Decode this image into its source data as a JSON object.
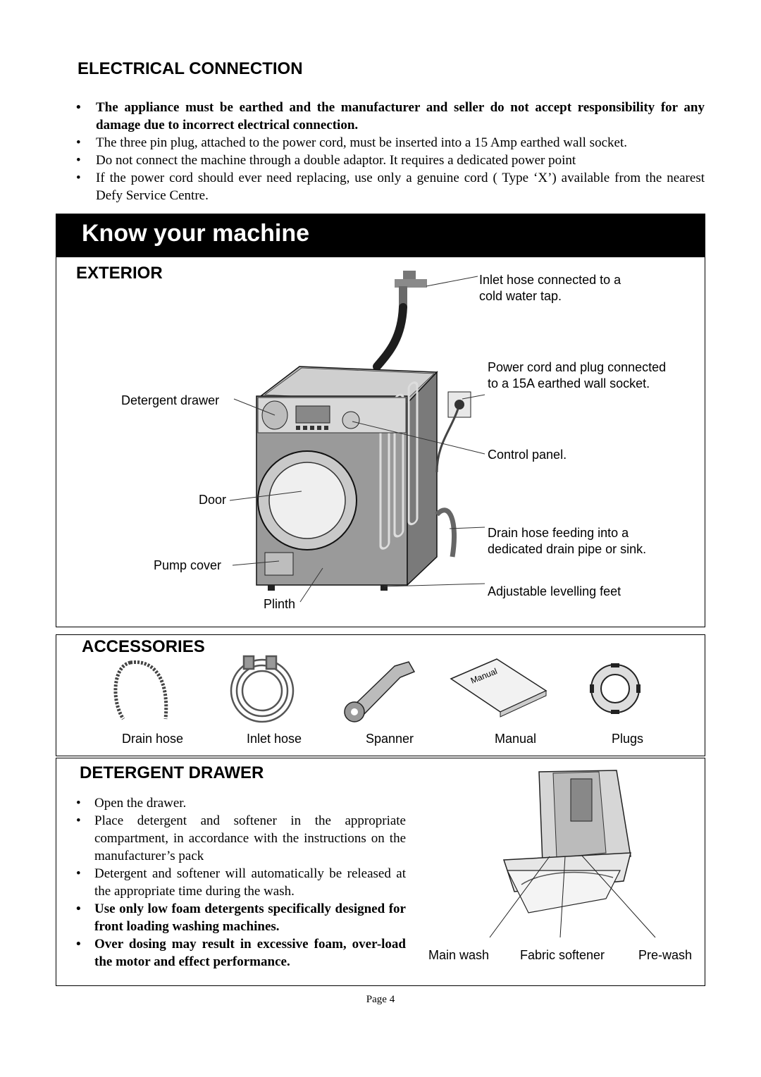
{
  "electrical": {
    "title": "ELECTRICAL CONNECTION",
    "items": [
      "The appliance must be earthed and the manufacturer and seller do not accept responsibility for any damage due to incorrect electrical connection.",
      "The three pin plug, attached to the power cord,  must be inserted into a 15 Amp earthed wall socket.",
      "Do not connect the machine through a double adaptor. It requires a dedicated power point",
      "If the power cord should ever need replacing, use only a genuine cord ( Type ‘X’) available from the nearest Defy  Service Centre."
    ]
  },
  "banner": {
    "title": "Know your machine"
  },
  "exterior": {
    "title": "EXTERIOR",
    "labels": {
      "inlet_hose": "Inlet hose connected to a cold water tap.",
      "power_cord": "Power cord and plug connected to a 15A earthed wall socket.",
      "detergent_drawer": "Detergent drawer",
      "control_panel": "Control panel.",
      "door": "Door",
      "drain_hose": "Drain hose  feeding into a dedicated drain pipe or sink.",
      "pump_cover": "Pump cover",
      "levelling_feet": "Adjustable levelling feet",
      "plinth": "Plinth"
    }
  },
  "accessories": {
    "title": "ACCESSORIES",
    "items": [
      "Drain hose",
      "Inlet hose",
      "Spanner",
      "Manual",
      "Plugs"
    ],
    "manual_cover_text": "Manual"
  },
  "detergent": {
    "title": "DETERGENT DRAWER",
    "items": [
      "Open the drawer.",
      "Place detergent and softener in the appropriate compartment, in accordance with the instructions on the manufacturer’s pack",
      "Detergent and softener will automatically be released at the appropriate time during the wash.",
      "Use only low foam detergents specifically designed for front loading washing machines.",
      "Over dosing may result in excessive foam, over-load the motor and effect performance."
    ],
    "compartments": [
      "Main wash",
      "Fabric softener",
      "Pre-wash"
    ]
  },
  "footer": {
    "page": "Page 4"
  }
}
